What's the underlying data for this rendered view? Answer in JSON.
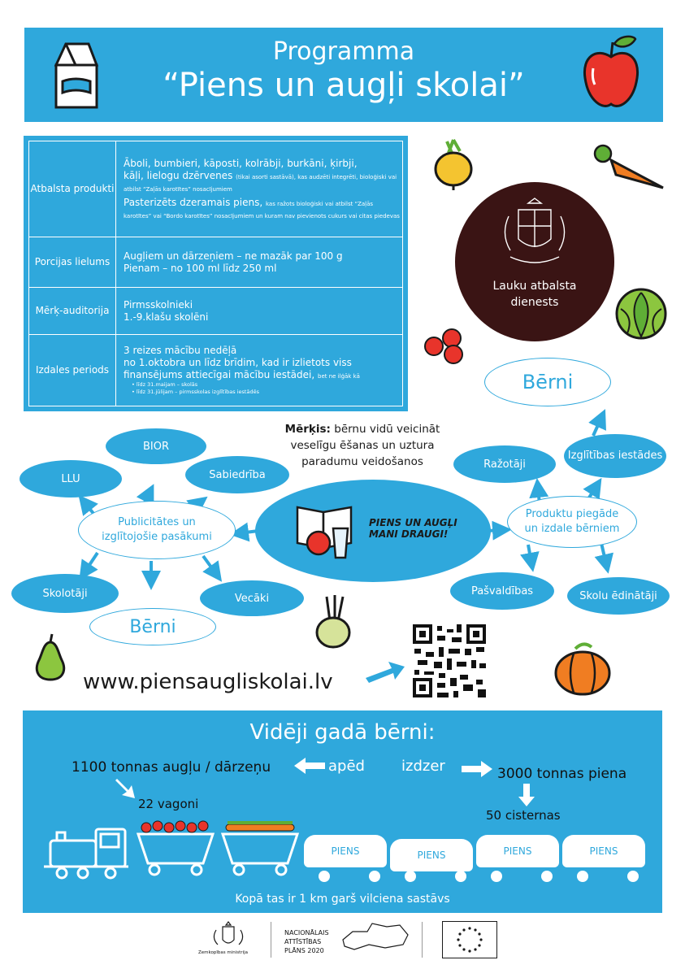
{
  "header": {
    "title_line1": "Programma",
    "title_line2": "“Piens un augļi skolai”"
  },
  "info_table": [
    {
      "label": "Atbalsta produkti",
      "lines": [
        {
          "text": "Āboli, bumbieri, kāposti, kolrābji, burkāni, ķirbji,",
          "small": ""
        },
        {
          "text": "kāļi, lielogu dzērvenes",
          "small": "(tikai asorti sastāvā), kas audzēti integrēti, bioloģiski vai atbilst “Zaļās karotītes” nosacījumiem"
        },
        {
          "text": "Pasterizēts dzeramais piens,",
          "small": "kas ražots bioloģiski vai atbilst “Zaļās karotītes” vai “Bordo karotītes” nosacījumiem un kuram nav pievienots cukurs vai citas piedevas"
        }
      ]
    },
    {
      "label": "Porcijas lielums",
      "lines": [
        {
          "text": "Augļiem un dārzeņiem – ne mazāk par 100 g",
          "small": ""
        },
        {
          "text": "Pienam – no 100 ml līdz 250 ml",
          "small": ""
        }
      ]
    },
    {
      "label": "Mērķ-auditorija",
      "lines": [
        {
          "text": "Pirmsskolnieki",
          "small": ""
        },
        {
          "text": "1.-9.klašu skolēni",
          "small": ""
        }
      ]
    },
    {
      "label": "Izdales periods",
      "lines": [
        {
          "text": "3 reizes mācību nedēļā",
          "small": ""
        },
        {
          "text": "no 1.oktobra un līdz brīdim, kad ir izlietots viss finansējums attiecīgai mācību iestādei,",
          "small": "bet ne ilģāk kā"
        }
      ],
      "bullets": [
        "līdz 31.maijam – skolās",
        "līdz 31.jūlijam – pirmsskolas izglītības iestādēs"
      ]
    }
  ],
  "lad": {
    "line1": "Lauku atbalsta",
    "line2": "dienests"
  },
  "berni_top": "Bērni",
  "berni_bottom": "Bērni",
  "goal": {
    "bold": "Mērķis:",
    "line1": " bērnu vidū veicināt",
    "line2": "veselīgu ēšanas un uztura",
    "line3": "paradumu veidošanos"
  },
  "left_hub": "Publicitātes un izglītojošie pasākumi",
  "left_nodes": {
    "bior": "BIOR",
    "llu": "LLU",
    "sabiedriba": "Sabiedrība",
    "skolotaji": "Skolotāji",
    "vecaki": "Vecāki"
  },
  "center_logo": {
    "line1": "PIENS UN AUGĻI",
    "line2": "MANI DRAUGI!"
  },
  "right_hub": "Produktu piegāde un izdale bērniem",
  "right_nodes": {
    "razotaji": "Ražotāji",
    "izglitibas": "Izglītības iestādes",
    "pasvaldibas": "Pašvaldības",
    "edinataji": "Skolu ēdinātāji"
  },
  "website": "www.piensaugliskolai.lv",
  "stats": {
    "heading": "Vidēji gadā bērni:",
    "fruit_amount": "1100 tonnas augļu / dārzeņu",
    "eat": "apēd",
    "drink": "izdzer",
    "milk_amount": "3000 tonnas piena",
    "wagons": "22 vagoni",
    "cisterns": "50 cisternas",
    "tank_label": "PIENS",
    "total": "Kopā tas ir 1 km garš vilciena sastāvs"
  },
  "footer": {
    "ministry": "Zemkopības ministrija",
    "nap1": "NACIONĀLAIS",
    "nap2": "ATTĪSTĪBAS",
    "nap3": "PLĀNS 2020"
  },
  "colors": {
    "brand_blue": "#2fa8dc",
    "dark_circle": "#3a1414",
    "red": "#e8342b",
    "green": "#5fae36",
    "orange": "#f07d22"
  }
}
